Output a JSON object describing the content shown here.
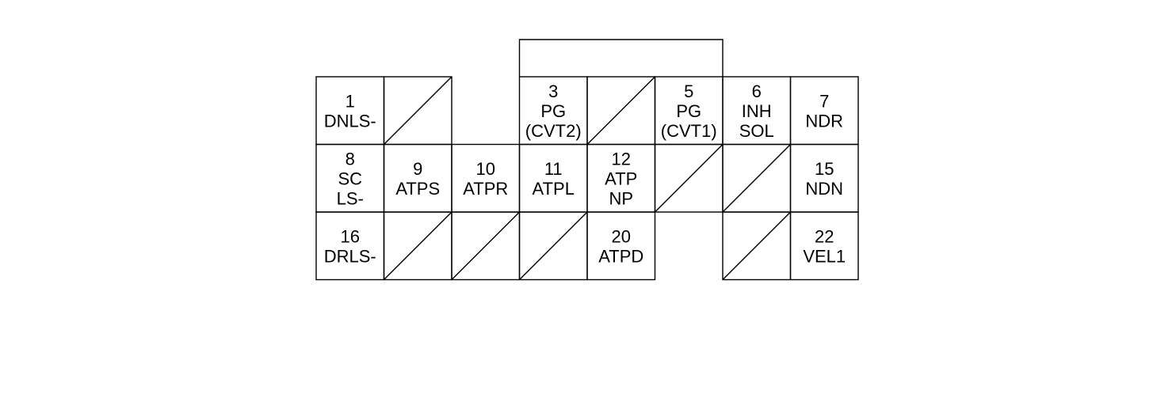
{
  "connector": {
    "rows": [
      [
        {
          "lines": [
            "1",
            "DNLS-"
          ]
        },
        {
          "empty": true
        },
        null,
        {
          "lines": [
            "3",
            "PG",
            "(CVT2)"
          ]
        },
        {
          "empty": true
        },
        {
          "lines": [
            "5",
            "PG",
            "(CVT1)"
          ]
        },
        {
          "lines": [
            "6",
            "INH",
            "SOL"
          ]
        },
        {
          "lines": [
            "7",
            "NDR"
          ]
        }
      ],
      [
        {
          "lines": [
            "8",
            "SC",
            "LS-"
          ]
        },
        {
          "lines": [
            "9",
            "ATPS"
          ]
        },
        {
          "lines": [
            "10",
            "ATPR"
          ]
        },
        {
          "lines": [
            "11",
            "ATPL"
          ]
        },
        {
          "lines": [
            "12",
            "ATP",
            "NP"
          ]
        },
        {
          "empty": true
        },
        {
          "empty": true
        },
        {
          "lines": [
            "15",
            "NDN"
          ]
        }
      ],
      [
        {
          "lines": [
            "16",
            "DRLS-"
          ]
        },
        {
          "empty": true
        },
        {
          "empty": true
        },
        {
          "empty": true
        },
        {
          "lines": [
            "20",
            "ATPD"
          ]
        },
        null,
        {
          "empty": true
        },
        {
          "lines": [
            "22",
            "VEL1"
          ]
        }
      ]
    ],
    "bracket": {
      "from_col": 3,
      "to_col": 6
    }
  }
}
